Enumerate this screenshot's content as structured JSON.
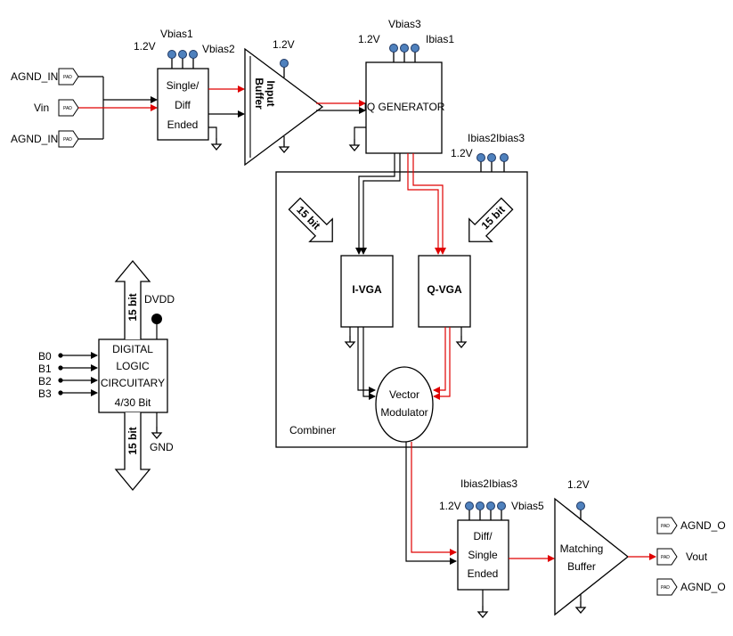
{
  "pins": {
    "agnd_in_top": "AGND_IN",
    "vin": "Vin",
    "agnd_in_bottom": "AGND_IN",
    "agnd_o_top": "AGND_O",
    "vout": "Vout",
    "agnd_o_bottom": "AGND_O",
    "pad": "PAD"
  },
  "blocks": {
    "single_diff": [
      "Single/",
      "Diff",
      "Ended"
    ],
    "input_buffer": [
      "Input",
      "Buffer"
    ],
    "iq_generator": "IQ GENERATOR",
    "combiner": "Combiner",
    "i_vga": "I-VGA",
    "q_vga": "Q-VGA",
    "vector_modulator": [
      "Vector",
      "Modulator"
    ],
    "digital_logic": [
      "DIGITAL",
      "LOGIC",
      "CIRCUITARY",
      "4/30 Bit"
    ],
    "diff_single": [
      "Diff/",
      "Single",
      "Ended"
    ],
    "matching_buffer": [
      "Matching",
      "Buffer"
    ]
  },
  "bias": {
    "supply": "1.2V",
    "vbias1": "Vbias1",
    "vbias2": "Vbias2",
    "vbias3": "Vbias3",
    "vbias5": "Vbias5",
    "ibias1": "Ibias1",
    "ibias2_ibias3": "Ibias2Ibias3"
  },
  "digital": {
    "inputs": [
      "B0",
      "B1",
      "B2",
      "B3"
    ],
    "dvdd": "DVDD",
    "gnd": "GND",
    "bus": "15 bit"
  },
  "colors": {
    "signal_red": "#e00000",
    "wire_black": "#000000",
    "pin_blue": "#4f81bd"
  }
}
